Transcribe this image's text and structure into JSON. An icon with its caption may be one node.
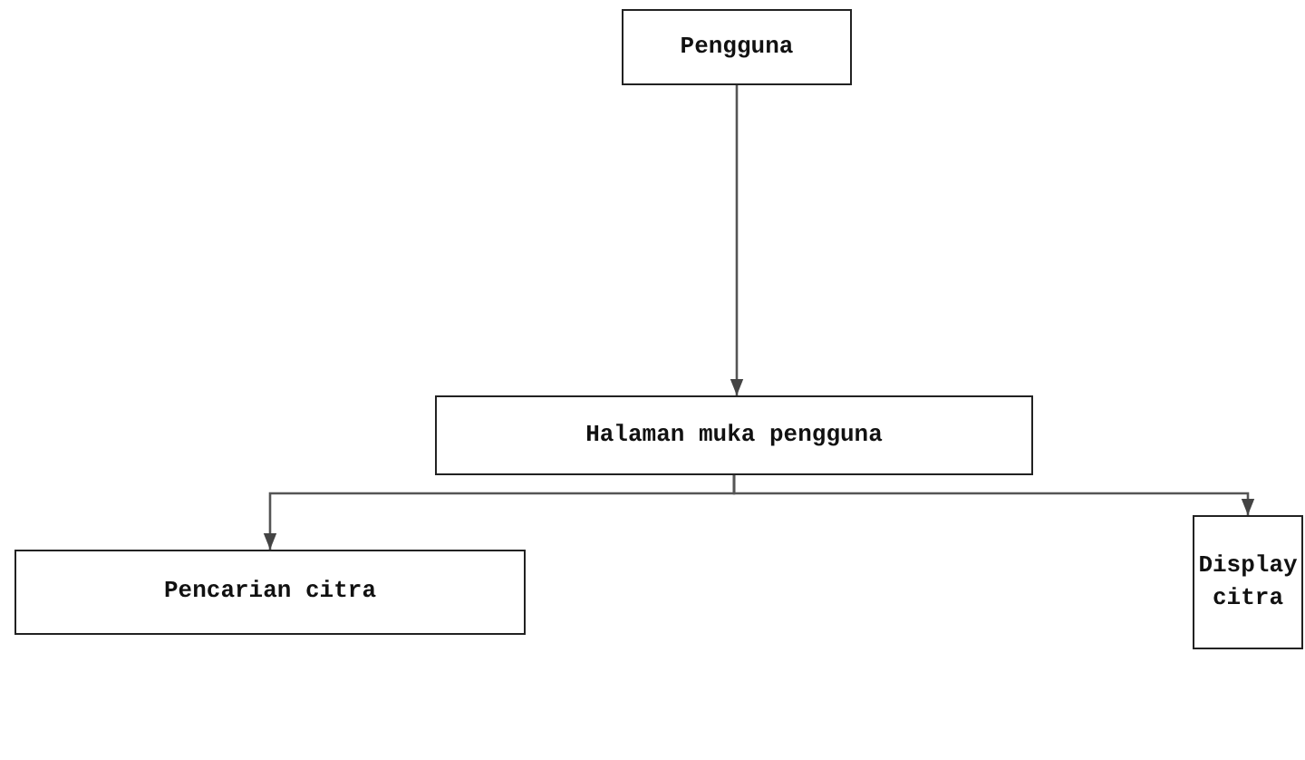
{
  "diagram": {
    "nodes": [
      {
        "text": [
          "Pengguna"
        ]
      },
      {
        "text": [
          "Halaman muka pengguna"
        ]
      },
      {
        "text": [
          "Pencarian citra"
        ]
      },
      {
        "text": [
          "Display citra"
        ]
      }
    ],
    "edges": [
      {
        "from": 0,
        "to": 1,
        "arrow": "to"
      },
      {
        "from": 1,
        "to": 2,
        "arrow": "to"
      },
      {
        "from": 1,
        "to": 3,
        "arrow": "to"
      }
    ]
  }
}
